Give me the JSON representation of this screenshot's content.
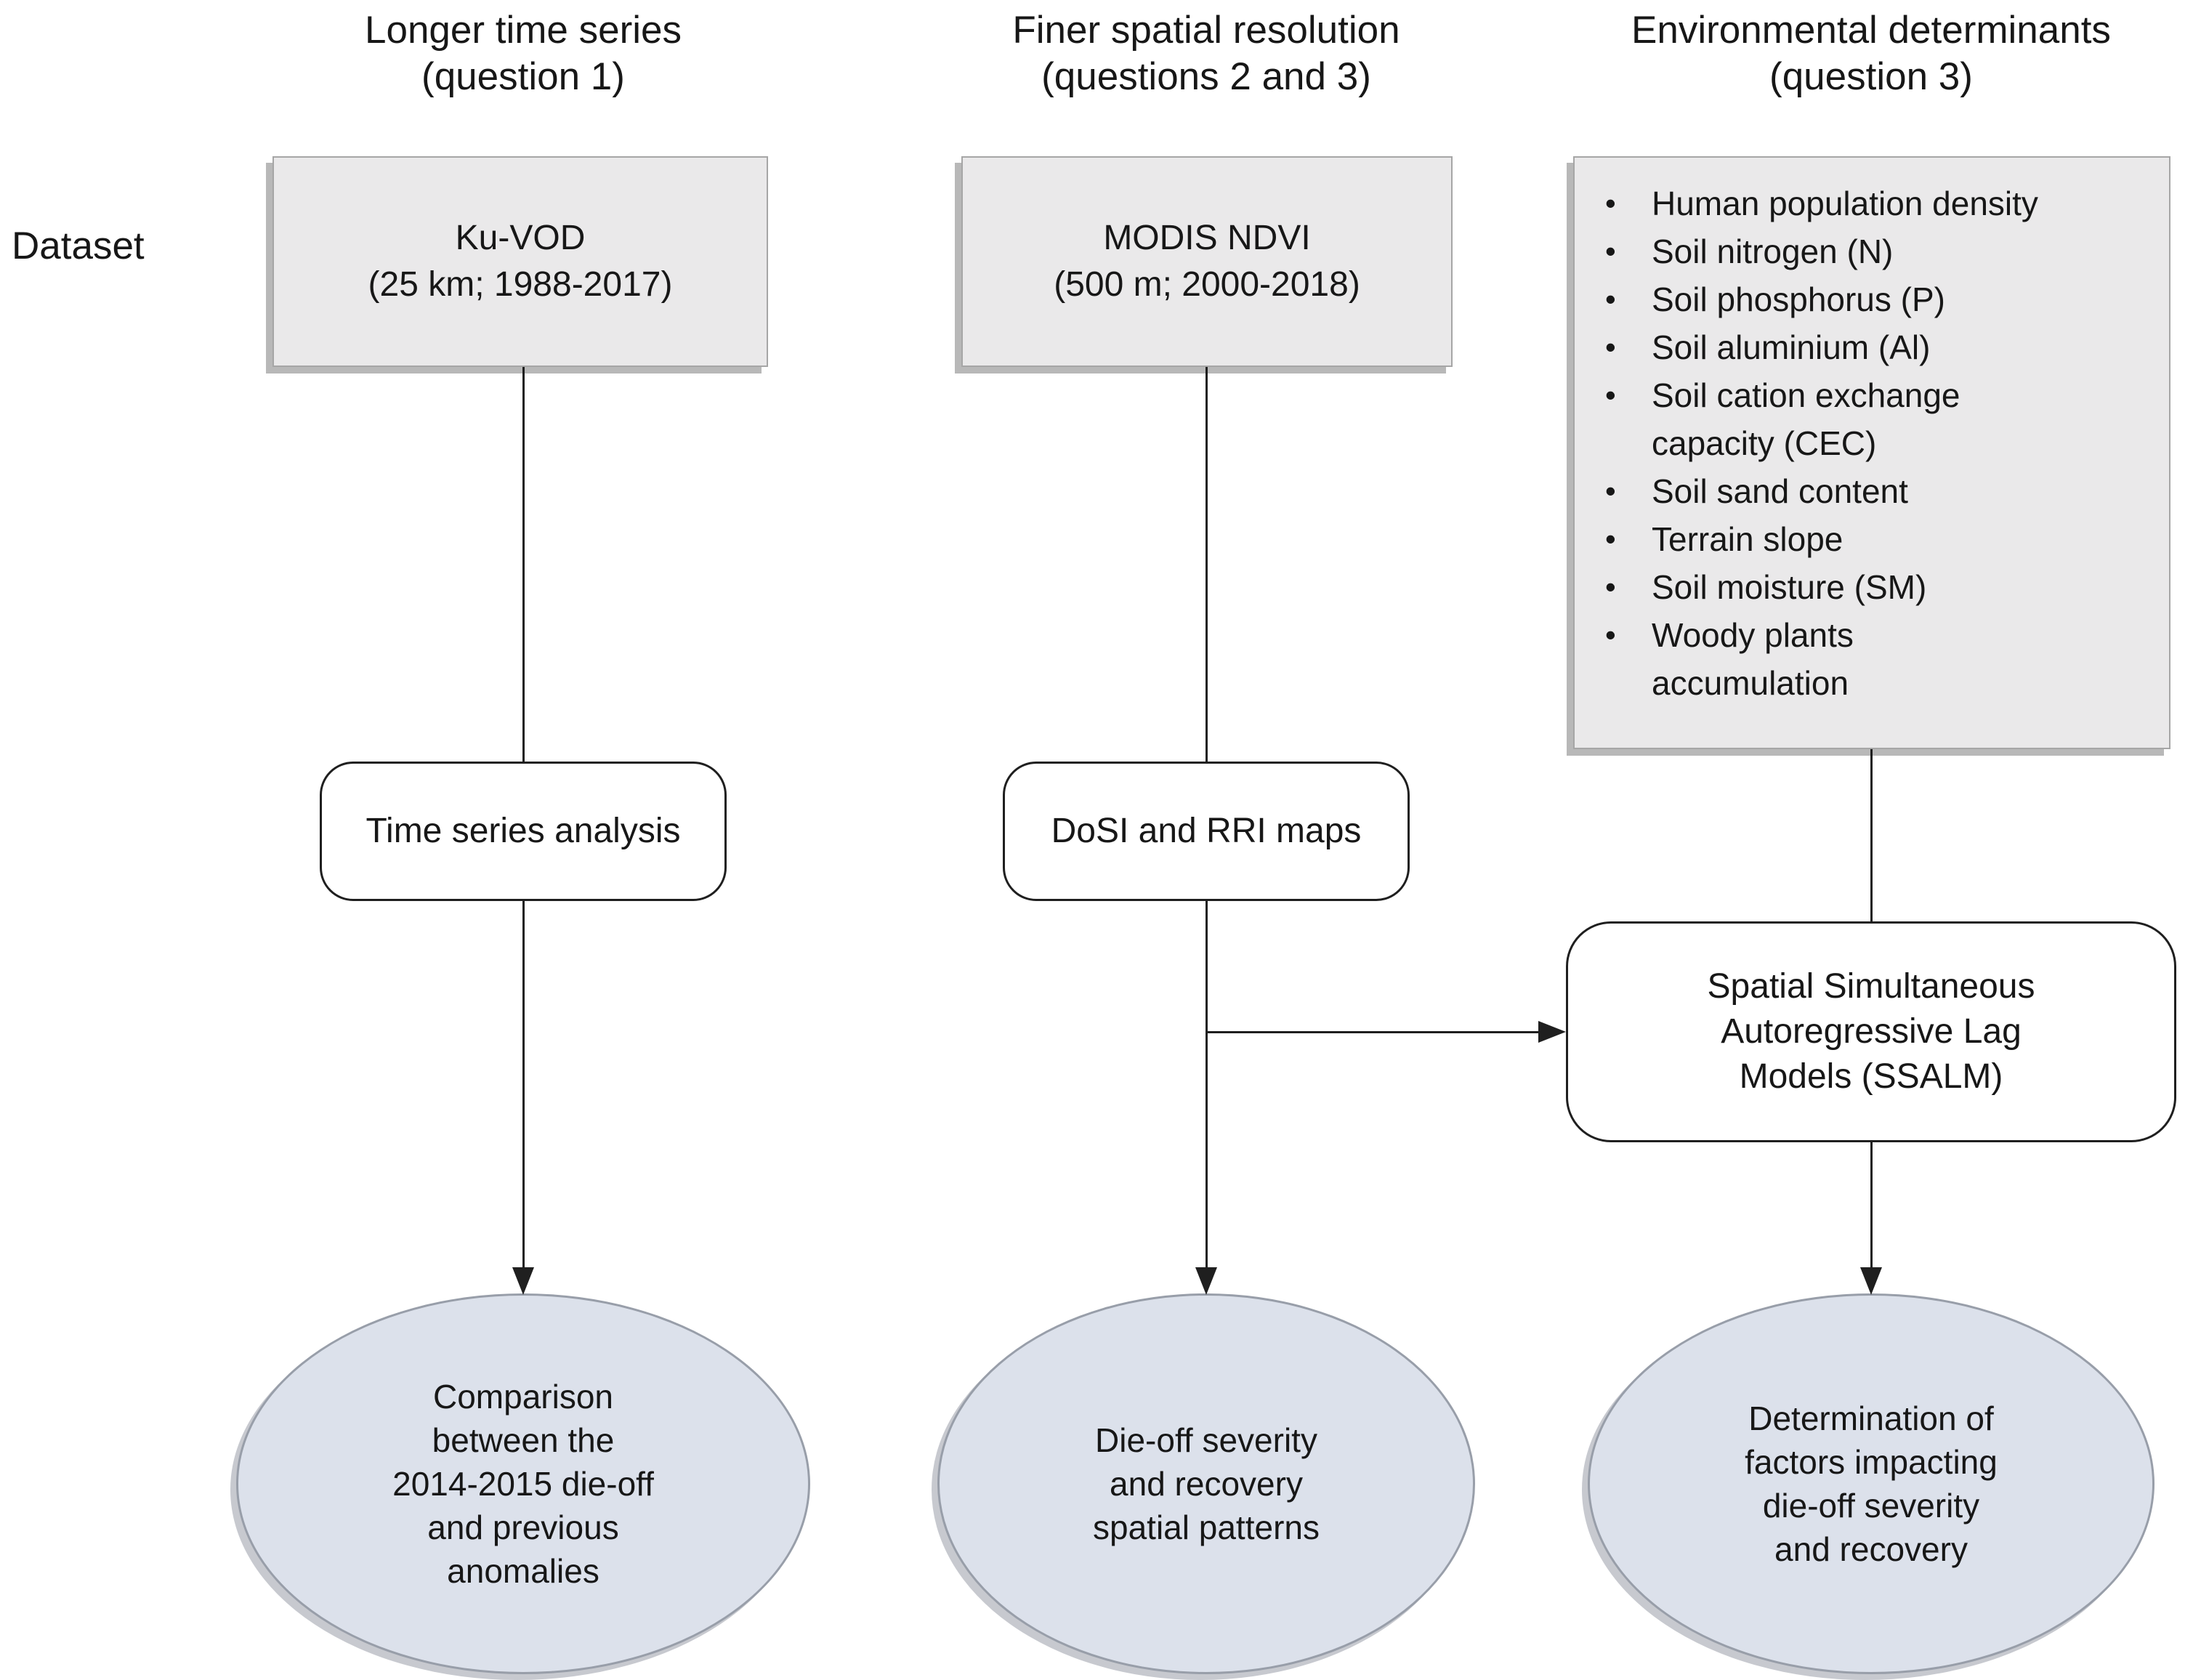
{
  "diagram": {
    "row_label": "Dataset",
    "bullet_char": "•",
    "columns": [
      {
        "header": "Longer time series\n(question 1)",
        "dataset_box": "Ku-VOD\n(25 km; 1988-2017)",
        "process_box": "Time series analysis",
        "outcome": "Comparison\nbetween the\n2014-2015 die-off\nand previous\nanomalies"
      },
      {
        "header": "Finer spatial resolution\n(questions 2 and 3)",
        "dataset_box": "MODIS NDVI\n(500 m; 2000-2018)",
        "process_box": "DoSI and RRI maps",
        "outcome": "Die-off severity\nand recovery\nspatial patterns"
      },
      {
        "header": "Environmental determinants\n(question 3)",
        "dataset_items": [
          "Human population density",
          "Soil nitrogen (N)",
          "Soil phosphorus (P)",
          "Soil aluminium (Al)",
          "Soil cation exchange\ncapacity (CEC)",
          "Soil sand content",
          "Terrain slope",
          "Soil moisture (SM)",
          "Woody plants\naccumulation"
        ],
        "process_box": "Spatial Simultaneous\nAutoregressive Lag\nModels (SSALM)",
        "outcome": "Determination of\nfactors impacting\ndie-off severity\nand recovery"
      }
    ],
    "colors": {
      "dataset_box_fill": "#eae9ea",
      "dataset_box_border": "#a6a6a6",
      "process_box_border": "#1f1f1f",
      "ellipse_fill": "#dce1eb",
      "ellipse_border": "#989ea9",
      "connector": "#1f1f1f",
      "text": "#171717",
      "background": "#ffffff"
    }
  }
}
